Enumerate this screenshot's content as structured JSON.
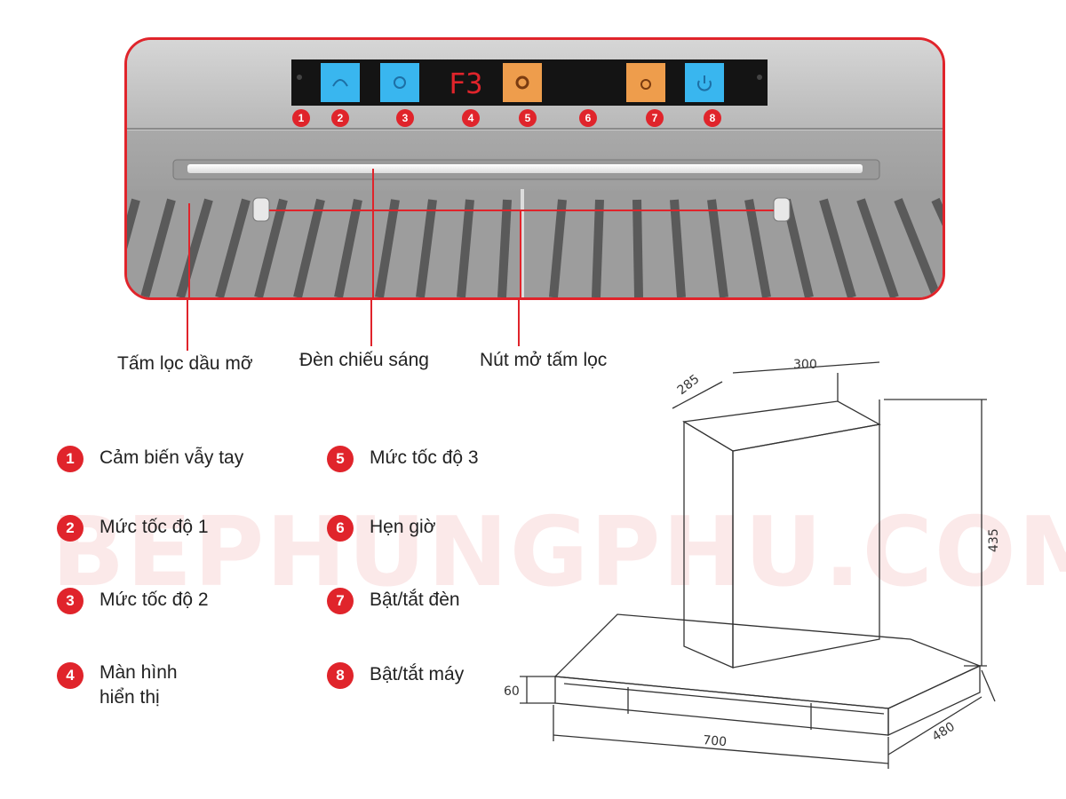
{
  "watermark": "BEPHUNGPHU.COM",
  "panel": {
    "display_text": "F3"
  },
  "panel_badges": [
    "1",
    "2",
    "3",
    "4",
    "5",
    "6",
    "7",
    "8"
  ],
  "callouts": {
    "filter": "Tấm lọc dầu mỡ",
    "light": "Đèn chiếu sáng",
    "filter_button": "Nút mở tấm lọc"
  },
  "legend": [
    {
      "num": "1",
      "label": "Cảm biến vẫy tay"
    },
    {
      "num": "2",
      "label": "Mức tốc độ 1"
    },
    {
      "num": "3",
      "label": "Mức tốc độ 2"
    },
    {
      "num": "4",
      "label": "Màn hình hiển thị"
    },
    {
      "num": "5",
      "label": "Mức tốc độ 3"
    },
    {
      "num": "6",
      "label": "Hẹn giờ"
    },
    {
      "num": "7",
      "label": "Bật/tắt đèn"
    },
    {
      "num": "8",
      "label": "Bật/tắt máy"
    }
  ],
  "dimensions": {
    "chimney_width": "300",
    "chimney_depth": "285",
    "height": "435",
    "hood_height": "60",
    "width": "700",
    "depth": "480"
  },
  "colors": {
    "accent": "#e0242b",
    "button_blue": "#39b6ef",
    "button_orange": "#ee9d4c",
    "panel_black": "#141414"
  }
}
